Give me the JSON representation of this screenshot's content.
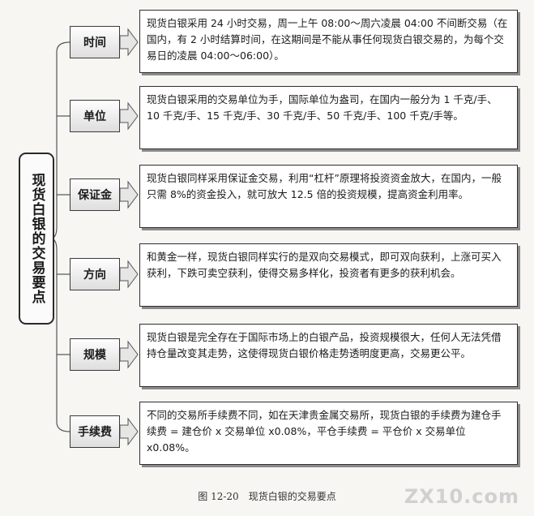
{
  "root_label": "现货白银的交易要点",
  "items": [
    {
      "label": "时间",
      "text": "现货白银采用 24 小时交易，周一上午 08:00～周六凌晨 04:00 不间断交易（在国内，有 2 小时结算时间，在这期间是不能从事任何现货白银交易的，为每个交易日的凌晨 04:00～06:00）。"
    },
    {
      "label": "单位",
      "text": "现货白银采用的交易单位为手，国际单位为盎司，在国内一般分为 1 千克/手、10 千克/手、15 千克/手、30 千克/手、50 千克/手、100 千克/手等。"
    },
    {
      "label": "保证金",
      "text": "现货白银同样采用保证金交易，利用“杠杆”原理将投资资金放大，在国内，一般只需 8%的资金投入，就可放大 12.5 倍的投资规模，提高资金利用率。"
    },
    {
      "label": "方向",
      "text": "和黄金一样，现货白银同样实行的是双向交易模式，即可双向获利，上涨可买入获利，下跌可卖空获利，使得交易多样化，投资者有更多的获利机会。"
    },
    {
      "label": "规模",
      "text": "现货白银是完全存在于国际市场上的白银产品，投资规模很大，任何人无法凭借持仓量改变其走势，这使得现货白银价格走势透明度更高，交易更公平。"
    },
    {
      "label": "手续费",
      "text": "不同的交易所手续费不同，如在天津贵金属交易所，现货白银的手续费为建仓手续费 = 建仓价 x 交易单位 x0.08%，平仓手续费 = 平仓价 x 交易单位 x0.08%。"
    }
  ],
  "caption": "图 12-20　现货白银的交易要点",
  "watermark": "ZX10.com"
}
